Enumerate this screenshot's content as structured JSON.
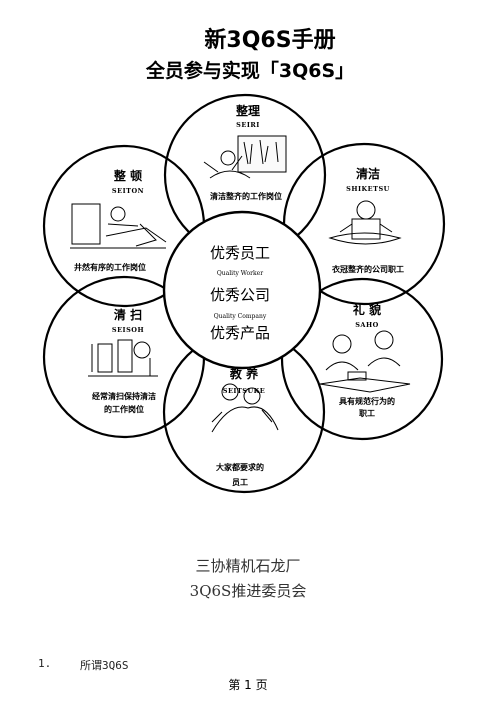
{
  "header": {
    "title": "新3Q6S手册",
    "subtitle": "全员参与实现「3Q6S」"
  },
  "center": {
    "lines": [
      {
        "big": "优秀员工",
        "small": "Quality Worker"
      },
      {
        "big": "优秀公司",
        "small": "Quality Company"
      },
      {
        "big": "优秀产品",
        "small": ""
      }
    ]
  },
  "petals": [
    {
      "key": "seiri",
      "name": "整理",
      "en": "SEIRI",
      "desc1": "清洁整齐的工作岗位",
      "desc2": ""
    },
    {
      "key": "seiketsu",
      "name": "清洁",
      "en": "SHIKETSU",
      "desc1": "衣冠整齐的公司职工",
      "desc2": ""
    },
    {
      "key": "saho",
      "name": "礼 貌",
      "en": "SAHO",
      "desc1": "具有规范行为的",
      "desc2": "职工"
    },
    {
      "key": "shitsuke",
      "name": "教 养",
      "en": "SEITSUKE",
      "desc1": "大家都要求的",
      "desc2": "员工"
    },
    {
      "key": "seiso",
      "name": "清 扫",
      "en": "SEISOH",
      "desc1": "经常清扫保持清洁",
      "desc2": "的工作岗位"
    },
    {
      "key": "seiton",
      "name": "整 顿",
      "en": "SEITON",
      "desc1": "井然有序的工作岗位",
      "desc2": ""
    }
  ],
  "footer": {
    "company": "三协精机石龙厂",
    "committee": "3Q6S推进委员会"
  },
  "list": {
    "number": "1.",
    "text": "所谓3Q6S"
  },
  "page": {
    "number_text": "第 1 页"
  }
}
